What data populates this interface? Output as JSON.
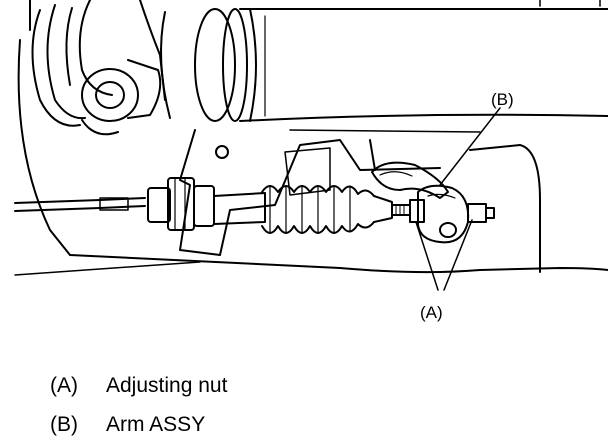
{
  "figure": {
    "callouts": {
      "a": "(A)",
      "b": "(B)"
    }
  },
  "legend": {
    "items": [
      {
        "key": "(A)",
        "text": "Adjusting nut"
      },
      {
        "key": "(B)",
        "text": "Arm ASSY"
      }
    ]
  },
  "colors": {
    "ink": "#000000",
    "paper": "#ffffff"
  }
}
